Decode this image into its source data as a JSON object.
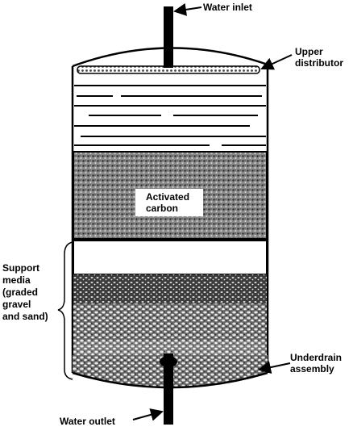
{
  "labels": {
    "water_inlet": "Water inlet",
    "upper_distributor": [
      "Upper",
      "distributor"
    ],
    "activated_carbon": [
      "Activated",
      "carbon"
    ],
    "support_media": [
      "Support",
      "media",
      "(graded",
      "gravel",
      "and sand)"
    ],
    "underdrain_assembly": [
      "Underdrain",
      "assembly"
    ],
    "water_outlet": "Water outlet"
  },
  "colors": {
    "ink": "#000000",
    "paper": "#ffffff",
    "media_gray": "#6e6e6e"
  }
}
